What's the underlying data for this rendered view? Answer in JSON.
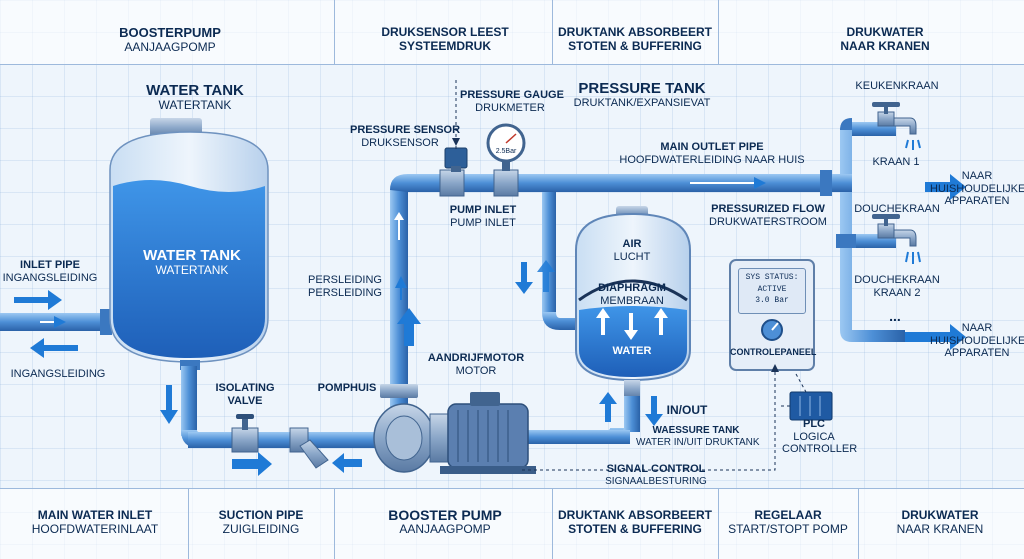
{
  "header": {
    "col1": {
      "title": "BOOSTERPUMP",
      "subtitle": "AANJAAGPOMP"
    },
    "col2": {
      "title": "DRUKSENSOR LEEST",
      "subtitle": "SYSTEEMDRUK"
    },
    "col3": {
      "title": "DRUKTANK ABSORBEERT",
      "subtitle": "STOTEN & BUFFERING"
    },
    "col4": {
      "title": "DRUKWATER",
      "subtitle": "NAAR KRANEN"
    }
  },
  "footer": {
    "col1": {
      "title": "MAIN WATER INLET",
      "subtitle": "HOOFDWATERINLAAT"
    },
    "col2": {
      "title": "SUCTION PIPE",
      "subtitle": "ZUIGLEIDING"
    },
    "col3": {
      "title": "BOOSTER PUMP",
      "subtitle": "AANJAAGPOMP"
    },
    "col4": {
      "title": "DRUKTANK ABSORBEERT",
      "subtitle": "STOTEN & BUFFERING"
    },
    "col5": {
      "title": "REGELAAR",
      "subtitle": "START/STOPT POMP"
    },
    "col6": {
      "title": "DRUKWATER",
      "subtitle": "NAAR KRANEN"
    }
  },
  "water_tank": {
    "title": "WATER TANK",
    "subtitle": "WATERTANK",
    "inner_title": "WATER TANK",
    "inner_subtitle": "WATERTANK"
  },
  "inlet": {
    "title": "INLET PIPE",
    "subtitle": "INGANGSLEIDING",
    "return_label": "INGANGSLEIDING"
  },
  "isolating_valve": {
    "line1": "ISOLATING",
    "line2": "VALVE"
  },
  "persleiding": {
    "title": "PERSLEIDING",
    "subtitle": "PERSLEIDING"
  },
  "pressure_sensor": {
    "title": "PRESSURE SENSOR",
    "subtitle": "DRUKSENSOR"
  },
  "pressure_gauge": {
    "title": "PRESSURE GAUGE",
    "subtitle": "DRUKMETER",
    "dial": "2.5Bar"
  },
  "pump_inlet": {
    "title": "PUMP INLET",
    "subtitle": "PUMP INLET"
  },
  "pomphuis": {
    "label": "POMPHUIS"
  },
  "motor": {
    "title": "AANDRIJFMOTOR",
    "subtitle": "MOTOR"
  },
  "pressure_tank": {
    "title": "PRESSURE TANK",
    "subtitle": "DRUKTANK/EXPANSIEVAT",
    "air": "AIR",
    "air_nl": "LUCHT",
    "diaphragm": "DIAPHRAGM",
    "diaphragm_nl": "MEMBRAAN",
    "water": "WATER",
    "in_out": "IN/OUT",
    "waessure_title": "WAESSURE TANK",
    "waessure_subtitle": "WATER IN/UIT DRUKTANK"
  },
  "main_outlet": {
    "title": "MAIN OUTLET PIPE",
    "subtitle": "HOOFDWATERLEIDING NAAR HUIS"
  },
  "pressurized_flow": {
    "title": "PRESSURIZED FLOW",
    "subtitle": "DRUKWATERSTROOM"
  },
  "control_panel": {
    "screen_line1": "SYS STATUS:",
    "screen_line2": "ACTIVE",
    "screen_line3": "3.0 Bar",
    "label": "CONTROLEPANEEL"
  },
  "plc": {
    "line1": "PLC",
    "line2": "LOGICA",
    "line3": "CONTROLLER"
  },
  "signal": {
    "title": "SIGNAL CONTROL",
    "subtitle": "SIGNAALBESTURING"
  },
  "taps": {
    "kitchen_title": "KEUKENKRAAN",
    "kitchen_label": "KRAAN 1",
    "shower_title": "DOUCHEKRAAN",
    "shower_label": "DOUCHEKRAAN",
    "shower_sub": "KRAAN 2",
    "ellipsis": "...",
    "out1_line1": "NAAR",
    "out1_line2": "HUISHOUDELIJKE",
    "out1_line3": "APPARATEN",
    "out2_line1": "NAAR",
    "out2_line2": "HUISHOUDELIJKE",
    "out2_line3": "APPARATEN"
  },
  "colors": {
    "pipe": "#4d8fd6",
    "pipe_dark": "#2a5f9e",
    "water": "#2f7fd8",
    "arrow": "#1f7ad6",
    "navy": "#0b2a52"
  }
}
